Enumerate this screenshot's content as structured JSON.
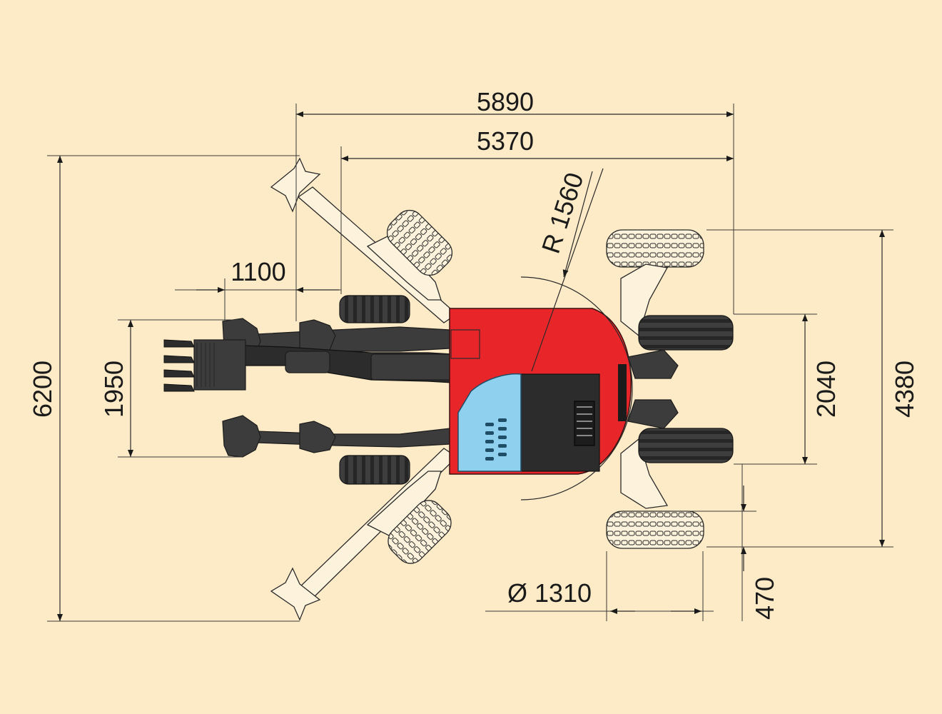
{
  "colors": {
    "background": "#fdebc7",
    "body_red": "#e8262a",
    "machine_dark": "#3c3c3c",
    "cab_blue": "#8fd0ee"
  },
  "dimensions": {
    "overall_width": "5890",
    "outrigger_span": "5370",
    "swing_radius": "R 1560",
    "front_overhang": "1100",
    "overall_length": "6200",
    "inner_length": "1950",
    "rear_outrigger_span": "2040",
    "rear_overall": "4380",
    "wheel_diameter": "Ø 1310",
    "rear_offset": "470"
  }
}
